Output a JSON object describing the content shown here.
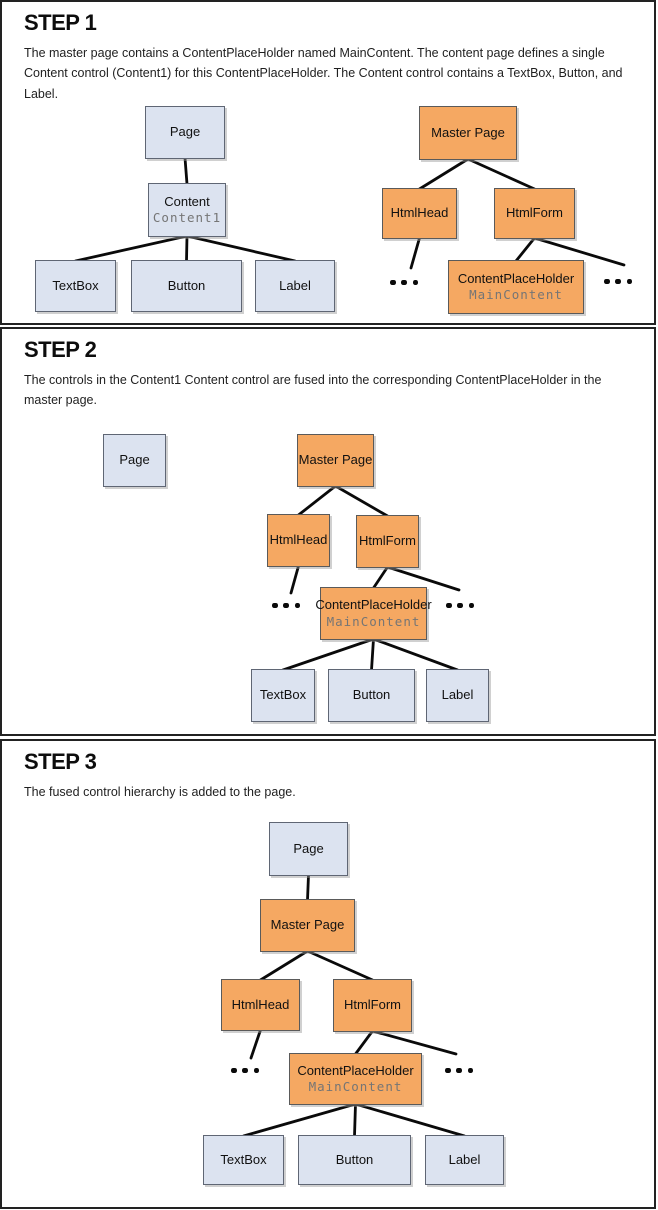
{
  "colors": {
    "master_box_fill": "#f5a862",
    "content_box_fill": "#dce3f0",
    "box_border": "#5a5a5a",
    "connector_line": "#0a0a0a",
    "sublabel_text": "#757575",
    "panel_border": "#222222"
  },
  "panels": [
    {
      "id": "step1",
      "title": "STEP 1",
      "description": "The master page contains a ContentPlaceHolder named MainContent. The content page defines a single Content control (Content1) for this ContentPlaceHolder. The Content control contains a TextBox, Button, and Label.",
      "nodes": [
        {
          "id": "page",
          "label": "Page",
          "type": "content"
        },
        {
          "id": "content",
          "label": "Content",
          "sublabel": "Content1",
          "type": "content"
        },
        {
          "id": "textbox",
          "label": "TextBox",
          "type": "content"
        },
        {
          "id": "button",
          "label": "Button",
          "type": "content"
        },
        {
          "id": "label",
          "label": "Label",
          "type": "content"
        },
        {
          "id": "master",
          "label": "Master Page",
          "type": "master"
        },
        {
          "id": "htmlhead",
          "label": "HtmlHead",
          "type": "master"
        },
        {
          "id": "htmlform",
          "label": "HtmlForm",
          "type": "master"
        },
        {
          "id": "cph",
          "label": "ContentPlaceHolder",
          "sublabel": "MainContent",
          "type": "master"
        }
      ],
      "edges": [
        [
          "page",
          "content"
        ],
        [
          "content",
          "textbox"
        ],
        [
          "content",
          "button"
        ],
        [
          "content",
          "label"
        ],
        [
          "master",
          "htmlhead"
        ],
        [
          "master",
          "htmlform"
        ],
        [
          "htmlhead",
          "ellipsis-left"
        ],
        [
          "htmlform",
          "cph"
        ],
        [
          "htmlform",
          "ellipsis-right"
        ]
      ]
    },
    {
      "id": "step2",
      "title": "STEP 2",
      "description": "The controls in the Content1 Content control are fused into the corresponding ContentPlaceHolder in the master page.",
      "nodes": [
        {
          "id": "page",
          "label": "Page",
          "type": "content"
        },
        {
          "id": "master",
          "label": "Master Page",
          "type": "master"
        },
        {
          "id": "htmlhead",
          "label": "HtmlHead",
          "type": "master"
        },
        {
          "id": "htmlform",
          "label": "HtmlForm",
          "type": "master"
        },
        {
          "id": "cph",
          "label": "ContentPlaceHolder",
          "sublabel": "MainContent",
          "type": "master"
        },
        {
          "id": "textbox",
          "label": "TextBox",
          "type": "content"
        },
        {
          "id": "button",
          "label": "Button",
          "type": "content"
        },
        {
          "id": "label",
          "label": "Label",
          "type": "content"
        }
      ],
      "edges": [
        [
          "master",
          "htmlhead"
        ],
        [
          "master",
          "htmlform"
        ],
        [
          "htmlhead",
          "ellipsis-left"
        ],
        [
          "htmlform",
          "cph"
        ],
        [
          "htmlform",
          "ellipsis-right"
        ],
        [
          "cph",
          "textbox"
        ],
        [
          "cph",
          "button"
        ],
        [
          "cph",
          "label"
        ]
      ]
    },
    {
      "id": "step3",
      "title": "STEP 3",
      "description": "The fused control hierarchy is added to the page.",
      "nodes": [
        {
          "id": "page",
          "label": "Page",
          "type": "content"
        },
        {
          "id": "master",
          "label": "Master Page",
          "type": "master"
        },
        {
          "id": "htmlhead",
          "label": "HtmlHead",
          "type": "master"
        },
        {
          "id": "htmlform",
          "label": "HtmlForm",
          "type": "master"
        },
        {
          "id": "cph",
          "label": "ContentPlaceHolder",
          "sublabel": "MainContent",
          "type": "master"
        },
        {
          "id": "textbox",
          "label": "TextBox",
          "type": "content"
        },
        {
          "id": "button",
          "label": "Button",
          "type": "content"
        },
        {
          "id": "label",
          "label": "Label",
          "type": "content"
        }
      ],
      "edges": [
        [
          "page",
          "master"
        ],
        [
          "master",
          "htmlhead"
        ],
        [
          "master",
          "htmlform"
        ],
        [
          "htmlhead",
          "ellipsis-left"
        ],
        [
          "htmlform",
          "cph"
        ],
        [
          "htmlform",
          "ellipsis-right"
        ],
        [
          "cph",
          "textbox"
        ],
        [
          "cph",
          "button"
        ],
        [
          "cph",
          "label"
        ]
      ]
    }
  ]
}
